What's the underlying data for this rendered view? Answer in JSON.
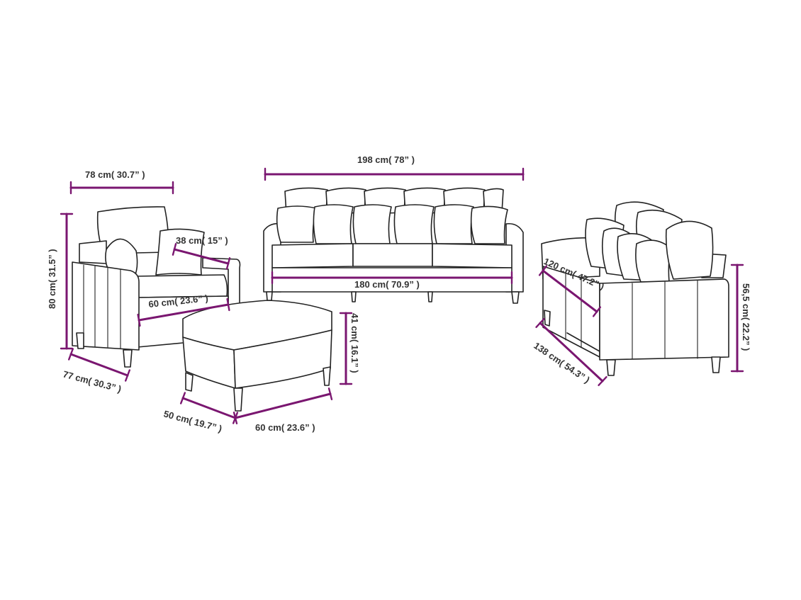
{
  "colors": {
    "dimension": "#7a1670",
    "outline": "#222222",
    "label": "#333333"
  },
  "dimensions": {
    "armchair_width": "78 cm( 30.7” )",
    "armchair_height": "80 cm( 31.5” )",
    "armchair_depth": "77 cm( 30.3” )",
    "armchair_seat_depth": "38 cm( 15” )",
    "armchair_seat_width": "60 cm( 23.6” )",
    "footstool_height": "41 cm( 16.1” )",
    "footstool_depth": "50 cm( 19.7” )",
    "footstool_width": "60 cm( 23.6” )",
    "three_seater_width": "198 cm( 78” )",
    "three_seater_seat_width": "180 cm( 70.9” )",
    "two_seater_seat_width": "120 cm( 47.2” )",
    "two_seater_width": "138 cm( 54.3” )",
    "two_seater_height": "56,5 cm( 22.2” )"
  }
}
